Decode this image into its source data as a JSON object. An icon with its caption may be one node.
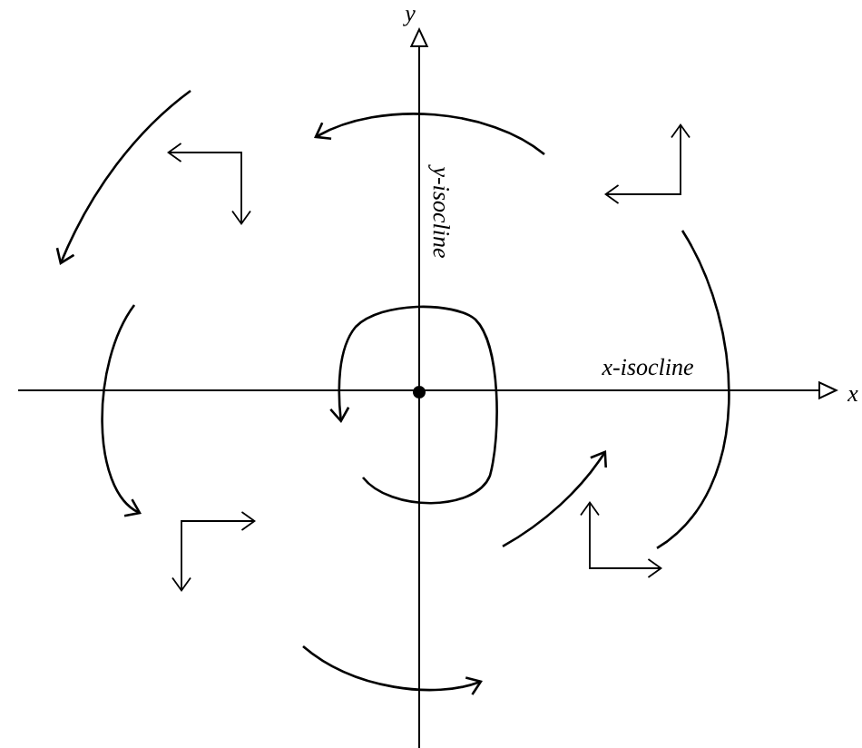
{
  "diagram": {
    "labels": [
      "y",
      "y-isocline",
      "x-isocline",
      "x"
    ]
  }
}
